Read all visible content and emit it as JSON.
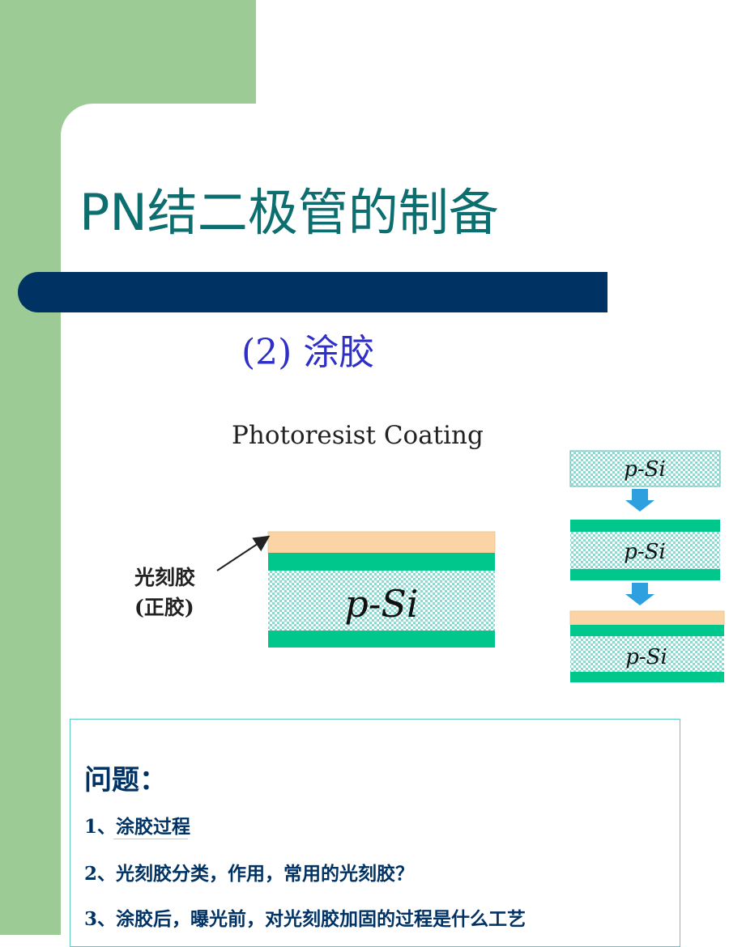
{
  "slide": {
    "title": "PN结二极管的制备",
    "subtitle": "(2) 涂胶"
  },
  "diagram": {
    "title": "Photoresist Coating",
    "label_line1": "光刻胶",
    "label_line2": "(正胶)",
    "main_stack_label": "p-Si",
    "side_stacks": [
      {
        "label": "p-Si"
      },
      {
        "label": "p-Si"
      },
      {
        "label": "p-Si"
      }
    ],
    "colors": {
      "photoresist": "#fcd3a4",
      "oxide": "#00c88c",
      "silicon": "#bfe8e4",
      "arrow": "#2ea0e0"
    }
  },
  "questions": {
    "heading": "问题：",
    "items": [
      "1、涂胶过程",
      "2、光刻胶分类，作用，常用的光刻胶？",
      "3、涂胶后，曝光前，对光刻胶加固的过程是什么工艺"
    ]
  }
}
